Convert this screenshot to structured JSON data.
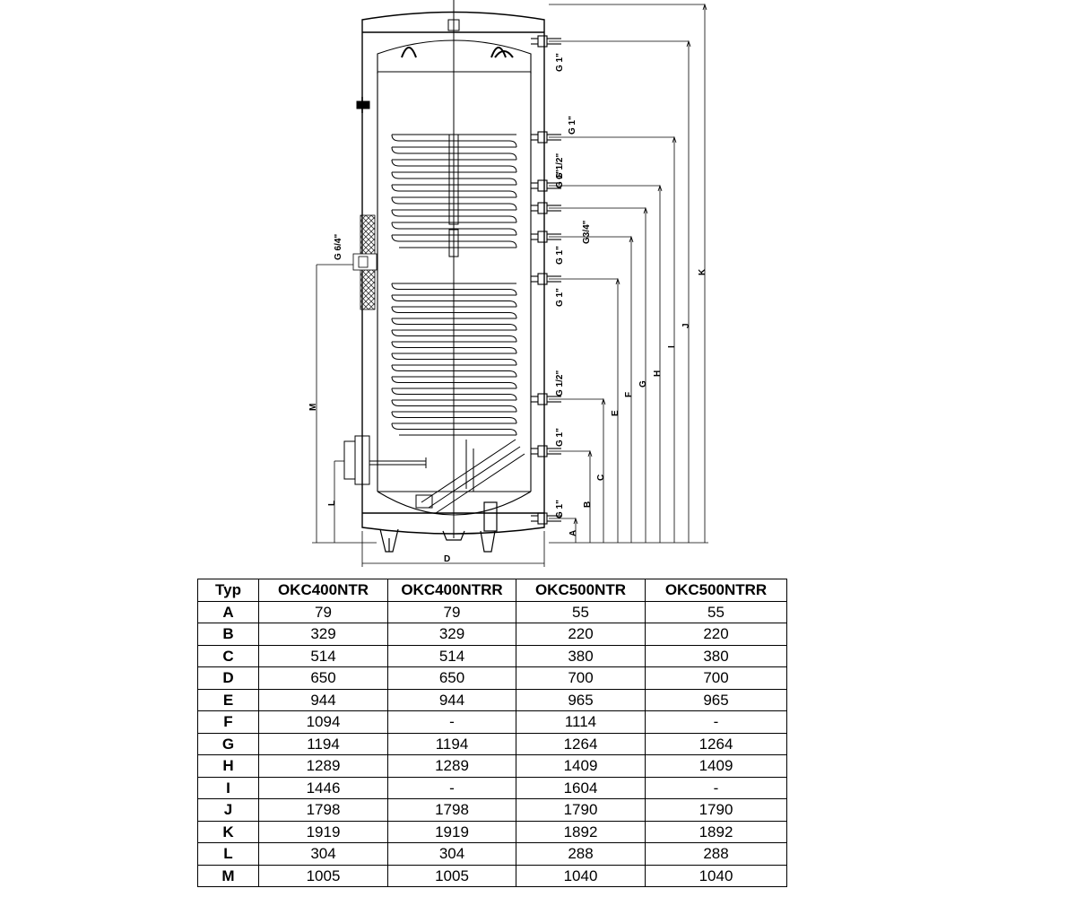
{
  "drawing": {
    "connection_labels": {
      "top_outlet": "G 1\"",
      "upper_coil_out": "G 1\"",
      "circulation": "G 1/2\"",
      "upper_coil_in": "G 1\"",
      "sensor": "G3/4\"",
      "middle": "G 1\"",
      "lower_coil_out": "G 1\"",
      "lower_sensor": "G 1/2\"",
      "lower_coil_in": "G 1\"",
      "cold_inlet": "G 1\"",
      "heater_side": "G 6/4\""
    },
    "dimension_letters": [
      "A",
      "B",
      "C",
      "D",
      "E",
      "F",
      "G",
      "H",
      "I",
      "J",
      "K",
      "L",
      "M"
    ]
  },
  "table": {
    "header": [
      "Typ",
      "OKC400NTR",
      "OKC400NTRR",
      "OKC500NTR",
      "OKC500NTRR"
    ],
    "rows": [
      [
        "A",
        "79",
        "79",
        "55",
        "55"
      ],
      [
        "B",
        "329",
        "329",
        "220",
        "220"
      ],
      [
        "C",
        "514",
        "514",
        "380",
        "380"
      ],
      [
        "D",
        "650",
        "650",
        "700",
        "700"
      ],
      [
        "E",
        "944",
        "944",
        "965",
        "965"
      ],
      [
        "F",
        "1094",
        "-",
        "1114",
        "-"
      ],
      [
        "G",
        "1194",
        "1194",
        "1264",
        "1264"
      ],
      [
        "H",
        "1289",
        "1289",
        "1409",
        "1409"
      ],
      [
        "I",
        "1446",
        "-",
        "1604",
        "-"
      ],
      [
        "J",
        "1798",
        "1798",
        "1790",
        "1790"
      ],
      [
        "K",
        "1919",
        "1919",
        "1892",
        "1892"
      ],
      [
        "L",
        "304",
        "304",
        "288",
        "288"
      ],
      [
        "M",
        "1005",
        "1005",
        "1040",
        "1040"
      ]
    ]
  }
}
